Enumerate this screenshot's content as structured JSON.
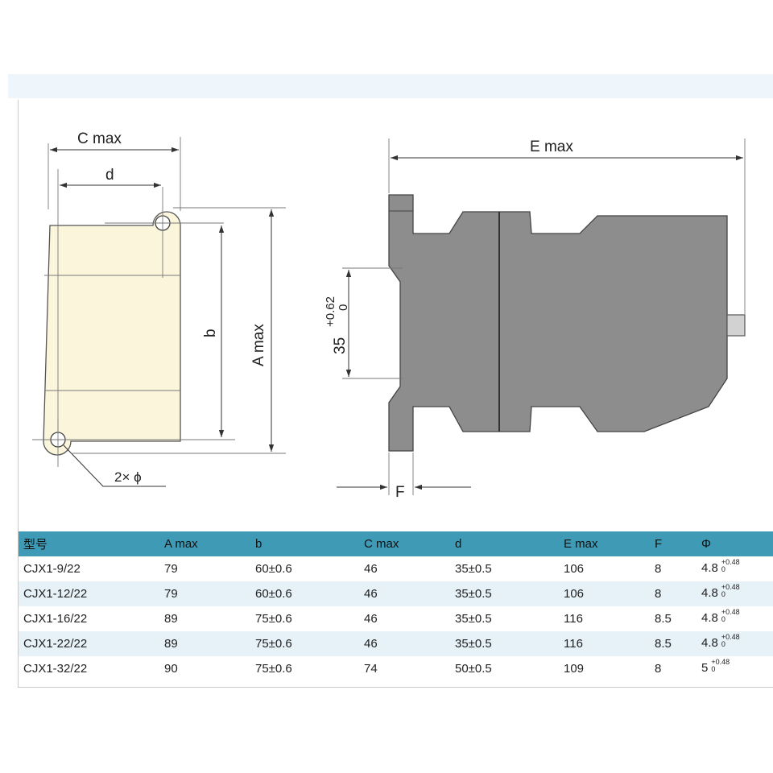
{
  "drawing": {
    "left_view": {
      "c_max_label": "C max",
      "d_label": "d",
      "b_label": "b",
      "a_max_label": "A max",
      "holes_label": "2× ϕ"
    },
    "side_view": {
      "e_max_label": "E max",
      "f_label": "F",
      "rail_width": "35",
      "rail_tol_upper": "+0.62",
      "rail_tol_lower": "0"
    },
    "colors": {
      "body_fill": "#fbf5dc",
      "side_fill": "#8d8d8d",
      "table_header": "#3f9ab5",
      "row_stripe": "#e6f1f8"
    }
  },
  "table": {
    "headers": [
      "型号",
      "A max",
      "b",
      "C max",
      "d",
      "E max",
      "F",
      "Φ"
    ],
    "rows": [
      {
        "model": "CJX1-9/22",
        "a_max": "79",
        "b": "60±0.6",
        "c_max": "46",
        "d": "35±0.5",
        "e_max": "106",
        "f": "8",
        "phi": "4.8",
        "phi_tol_upper": "+0.48",
        "phi_tol_lower": "0"
      },
      {
        "model": "CJX1-12/22",
        "a_max": "79",
        "b": "60±0.6",
        "c_max": "46",
        "d": "35±0.5",
        "e_max": "106",
        "f": "8",
        "phi": "4.8",
        "phi_tol_upper": "+0.48",
        "phi_tol_lower": "0"
      },
      {
        "model": "CJX1-16/22",
        "a_max": "89",
        "b": "75±0.6",
        "c_max": "46",
        "d": "35±0.5",
        "e_max": "116",
        "f": "8.5",
        "phi": "4.8",
        "phi_tol_upper": "+0.48",
        "phi_tol_lower": "0"
      },
      {
        "model": "CJX1-22/22",
        "a_max": "89",
        "b": "75±0.6",
        "c_max": "46",
        "d": "35±0.5",
        "e_max": "116",
        "f": "8.5",
        "phi": "4.8",
        "phi_tol_upper": "+0.48",
        "phi_tol_lower": "0"
      },
      {
        "model": "CJX1-32/22",
        "a_max": "90",
        "b": "75±0.6",
        "c_max": "74",
        "d": "50±0.5",
        "e_max": "109",
        "f": "8",
        "phi": "5",
        "phi_tol_upper": "+0.48",
        "phi_tol_lower": "0"
      }
    ]
  }
}
